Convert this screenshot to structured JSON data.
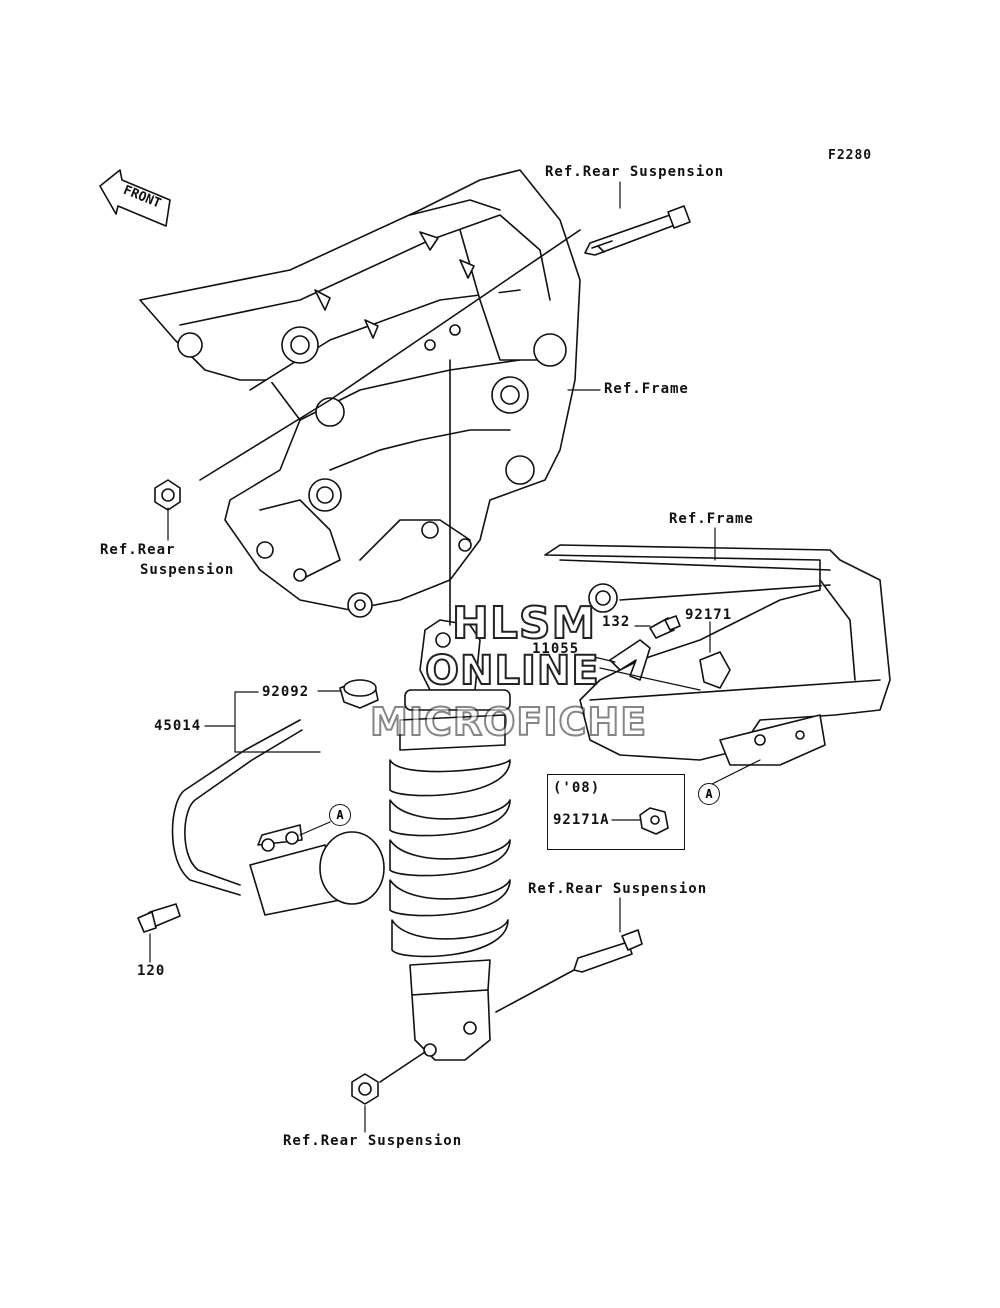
{
  "figure_code": "F2280",
  "front_label": "FRONT",
  "watermark": {
    "line1": "HLSM",
    "line2": "ONLINE",
    "line3": "MICROFICHE"
  },
  "labels": {
    "ref_rear_suspension_top": "Ref.Rear Suspension",
    "ref_frame_upper": "Ref.Frame",
    "ref_rear_left_1": "Ref.Rear",
    "ref_rear_left_2": "Suspension",
    "ref_frame_lower": "Ref.Frame",
    "part_132": "132",
    "part_92171": "92171",
    "part_11055": "11055",
    "part_92092": "92092",
    "part_45014": "45014",
    "circle_a_1": "A",
    "circle_a_2": "A",
    "inset_year": "('08)",
    "part_92171a": "92171A",
    "ref_rear_suspension_mid": "Ref.Rear Suspension",
    "part_120": "120",
    "ref_rear_suspension_bottom": "Ref.Rear Suspension"
  }
}
